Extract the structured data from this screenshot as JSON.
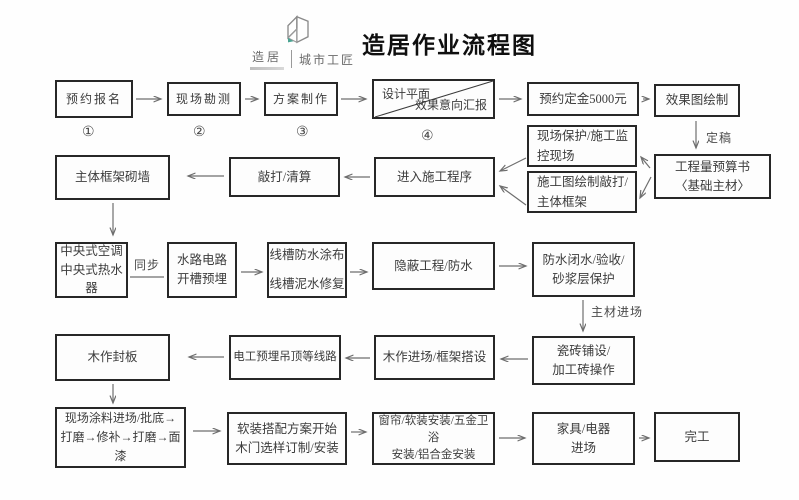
{
  "header": {
    "title": "造居作业流程图",
    "logo": {
      "name_cn": "造居",
      "tagline": "城市工匠"
    }
  },
  "steps": [
    "①",
    "②",
    "③",
    "④"
  ],
  "edge_labels": {
    "final_draft": "定稿",
    "sync": "同步",
    "materials_enter": "主材进场"
  },
  "nodes": {
    "signup": {
      "text": "预约报名"
    },
    "survey": {
      "text": "现场勘测"
    },
    "plan": {
      "text": "方案制作"
    },
    "design": {
      "line1": "设计平面",
      "line2": "效果意向汇报"
    },
    "deposit": {
      "text": "预约定金5000元"
    },
    "render": {
      "text": "效果图绘制"
    },
    "budget": {
      "text": "工程量预算书\n〈基础主材〉"
    },
    "protect": {
      "text": "现场保护/施工监\n控现场"
    },
    "drawing": {
      "text": "施工图绘制敲打/\n主体框架"
    },
    "enter_build": {
      "text": "进入施工程序"
    },
    "knock": {
      "text": "敲打/清算"
    },
    "wall": {
      "text": "主体框架砌墙"
    },
    "hvac": {
      "text": "中央式空调\n中央式热水器"
    },
    "pipes": {
      "text": "水路电路\n开槽预埋"
    },
    "trough": {
      "text": "线槽防水涂布\n线槽泥水修复"
    },
    "hidden": {
      "text": "隐蔽工程/防水"
    },
    "waterproof": {
      "text": "防水闭水/验收/\n砂浆层保护"
    },
    "tiles": {
      "text": "瓷砖铺设/\n加工砖操作"
    },
    "wood_enter": {
      "text": "木作进场/框架搭设"
    },
    "electric": {
      "text": "电工预埋吊顶等线路"
    },
    "wood_panel": {
      "text": "木作封板"
    },
    "paint": {
      "text": "现场涂料进场/批底→\n打磨→修补→打磨→面\n漆"
    },
    "soft": {
      "text": "软装搭配方案开始\n木门选样订制/安装"
    },
    "curtain": {
      "text": "窗帘/软装安装/五金卫浴\n安装/铝合金安装"
    },
    "furniture": {
      "text": "家具/电器\n进场"
    },
    "done": {
      "text": "完工"
    }
  },
  "colors": {
    "box_border": "#272727",
    "arrow": "#6e6e6e",
    "accent_teal": "#4aa392"
  }
}
